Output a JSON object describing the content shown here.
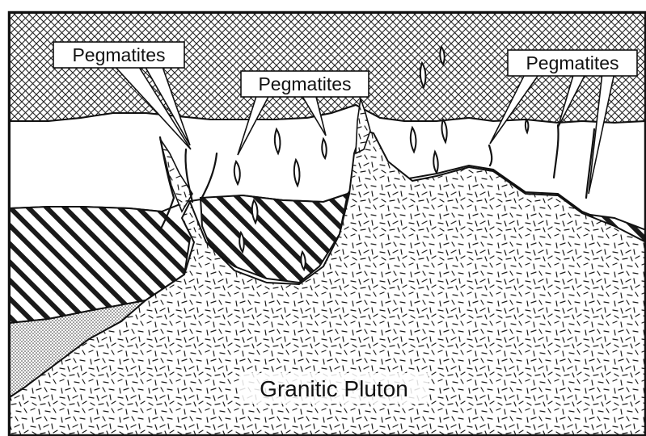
{
  "diagram": {
    "callouts": [
      {
        "id": "left",
        "label": "Pegmatites"
      },
      {
        "id": "middle",
        "label": "Pegmatites"
      },
      {
        "id": "right",
        "label": "Pegmatites"
      }
    ],
    "pluton_label": "Granitic Pluton"
  },
  "colors": {
    "ink": "#111111",
    "paper": "#ffffff"
  }
}
